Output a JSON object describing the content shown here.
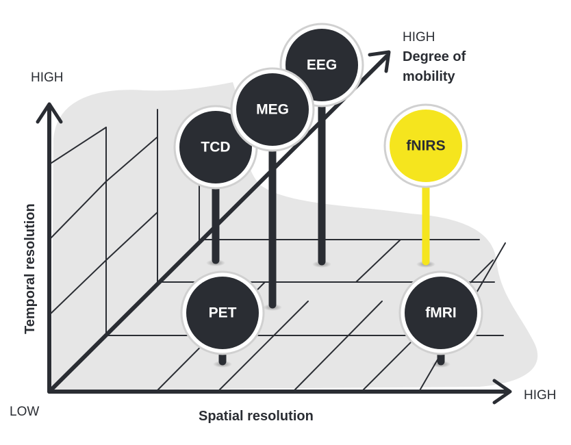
{
  "axes": {
    "origin_label": "LOW",
    "x": {
      "end_label": "HIGH",
      "title": "Spatial resolution"
    },
    "y": {
      "end_label": "HIGH",
      "title": "Temporal resolution"
    },
    "z": {
      "end_label": "HIGH",
      "title_line1": "Degree of",
      "title_line2": "mobility"
    }
  },
  "colors": {
    "dark": "#2a2d33",
    "highlight": "#f5e51e",
    "floor": "#e5e5e5",
    "grid": "#2a2d33"
  },
  "modalities": [
    {
      "label": "TCD",
      "highlight": false
    },
    {
      "label": "MEG",
      "highlight": false
    },
    {
      "label": "EEG",
      "highlight": false
    },
    {
      "label": "fNIRS",
      "highlight": true
    },
    {
      "label": "PET",
      "highlight": false
    },
    {
      "label": "fMRI",
      "highlight": false
    }
  ]
}
